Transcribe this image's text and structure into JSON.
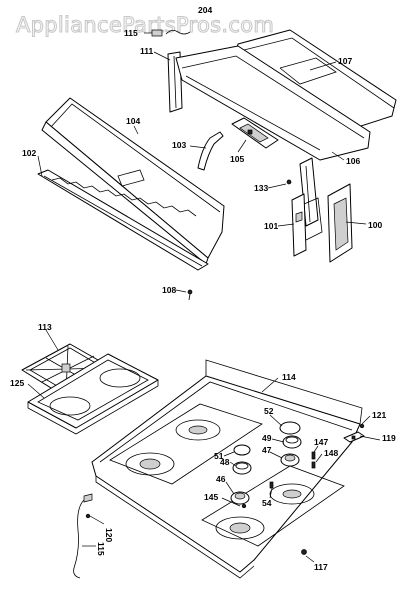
{
  "watermark": "AppliancePartsPros.com",
  "callouts": [
    "204",
    "115",
    "111",
    "107",
    "104",
    "103",
    "105",
    "102",
    "106",
    "133",
    "101",
    "100",
    "108",
    "113",
    "114",
    "125",
    "52",
    "121",
    "49",
    "147",
    "119",
    "47",
    "148",
    "51",
    "48",
    "46",
    "54",
    "145",
    "120",
    "115",
    "117"
  ]
}
